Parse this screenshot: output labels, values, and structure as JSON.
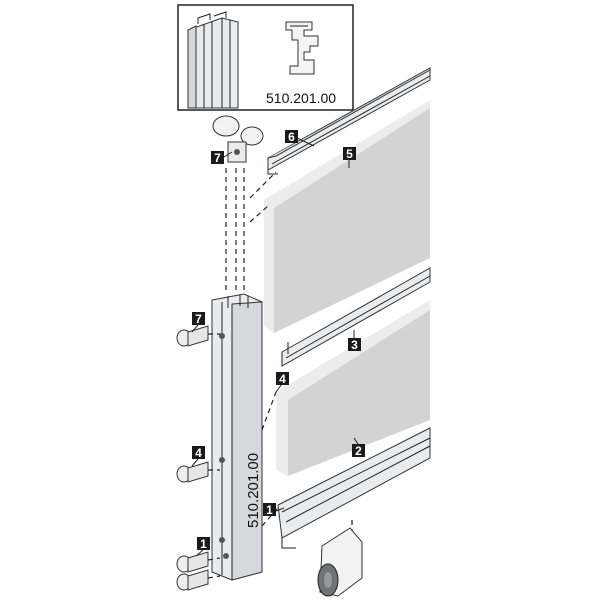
{
  "diagram": {
    "inset_code": "510.201.00",
    "vertical_code": "510.201.00",
    "callouts": {
      "c6": "6",
      "c5": "5",
      "c7_top": "7",
      "c7_left": "7",
      "c3": "3",
      "c4_right": "4",
      "c4_left": "4",
      "c2": "2",
      "c1_right": "1",
      "c1_left": "1"
    },
    "colors": {
      "callout_bg": "#1a1a1a",
      "panel": "#d3d3d3",
      "panel_edge": "#ececec",
      "aluminium": "#e9ecef"
    }
  }
}
